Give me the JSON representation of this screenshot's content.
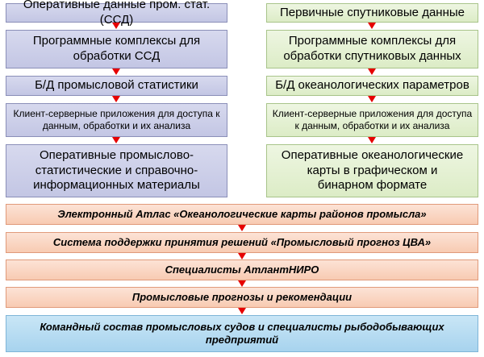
{
  "left_column": {
    "box1": "Оперативные данные пром. стат. (ССД)",
    "box2": "Программные комплексы для обработки ССД",
    "box3": "Б/Д промысловой статистики",
    "box4": "Клиент-серверные приложения для доступа к данным, обработки и их анализа",
    "box5": "Оперативные промыслово-статистические и справочно-информационных материалы"
  },
  "right_column": {
    "box1": "Первичные спутниковые данные",
    "box2": "Программные комплексы для обработки спутниковых данных",
    "box3": "Б/Д океанологических параметров",
    "box4": "Клиент-серверные приложения для доступа к данным, обработки и их анализа",
    "box5": "Оперативные океанологические карты в графическом и бинарном формате"
  },
  "bottom": {
    "atlas": "Электронный Атлас «Океанологические карты районов промысла»",
    "decision_system": "Система поддержки принятия решений «Промысловый прогноз ЦВА»",
    "specialists": "Специалисты АтлантНИРО",
    "forecasts": "Промысловые прогнозы и рекомендации",
    "command": "Командный состав промысловых судов и специалисты рыбодобывающих предприятий"
  },
  "colors": {
    "left_fill": "#c9cbe8",
    "right_fill": "#e3f0d1",
    "bottom_fill": "#f9d2bd",
    "final_fill": "#b2d9f0",
    "arrow": "#e60000"
  }
}
